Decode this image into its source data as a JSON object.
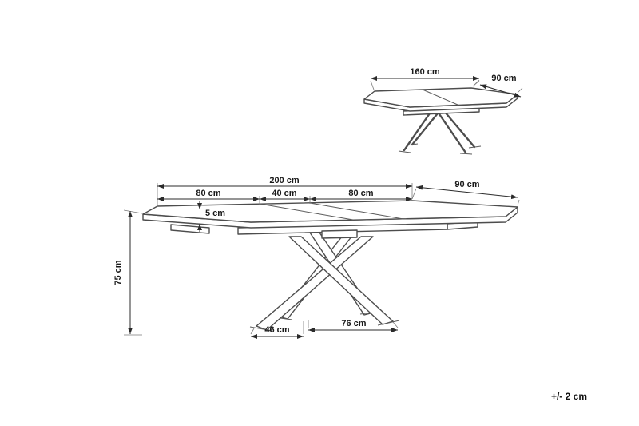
{
  "diagram": {
    "title": "extendable-dining-table-dimension-drawing",
    "main_view": {
      "total_length": "200 cm",
      "segment_left": "80 cm",
      "segment_center": "40 cm",
      "segment_right": "80 cm",
      "depth": "90 cm",
      "top_thickness": "5 cm",
      "height": "75 cm",
      "base_inner": "46 cm",
      "base_outer": "76 cm"
    },
    "compact_view": {
      "length": "160 cm",
      "depth": "90 cm"
    },
    "tolerance": "+/- 2 cm",
    "colors": {
      "line": "#4d4d4d",
      "dimension_line": "#2b2b2b",
      "text": "#1a1a1a",
      "background": "#ffffff"
    }
  }
}
